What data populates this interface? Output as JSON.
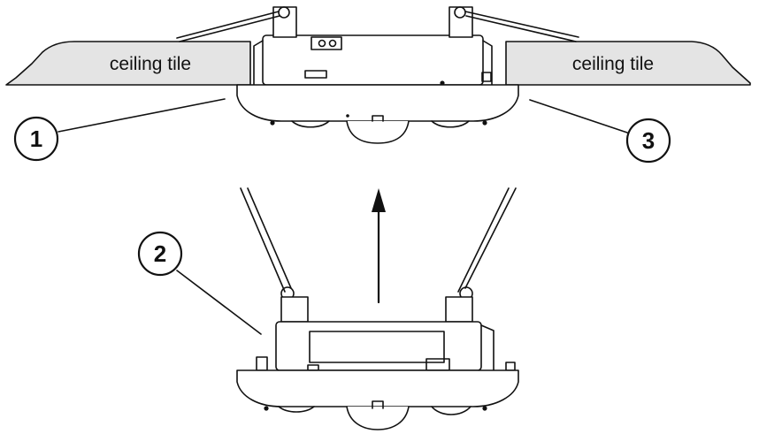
{
  "ceiling": {
    "tile_left_label": "ceiling tile",
    "tile_right_label": "ceiling tile"
  },
  "callouts": [
    {
      "number": "1"
    },
    {
      "number": "2"
    },
    {
      "number": "3"
    }
  ],
  "colors": {
    "line": "#111111",
    "tile_fill": "#e4e4e4",
    "background": "#ffffff"
  }
}
